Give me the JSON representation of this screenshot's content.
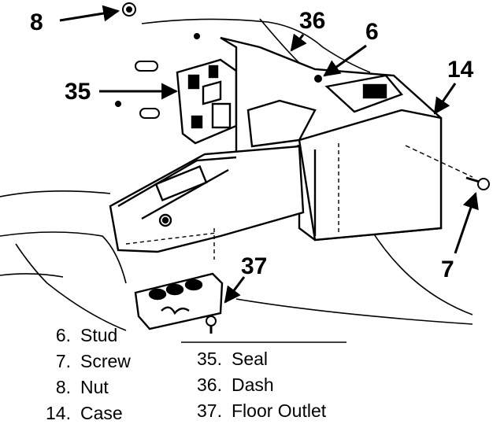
{
  "callouts": {
    "nut": "8",
    "dash": "36",
    "stud": "6",
    "case": "14",
    "seal": "35",
    "screw": "7",
    "floor_outlet": "37"
  },
  "legend_left": [
    {
      "num": "6.",
      "label": "Stud"
    },
    {
      "num": "7.",
      "label": "Screw"
    },
    {
      "num": "8.",
      "label": "Nut"
    },
    {
      "num": "14.",
      "label": "Case"
    }
  ],
  "legend_right": [
    {
      "num": "35.",
      "label": "Seal"
    },
    {
      "num": "36.",
      "label": "Dash"
    },
    {
      "num": "37.",
      "label": "Floor Outlet"
    }
  ]
}
